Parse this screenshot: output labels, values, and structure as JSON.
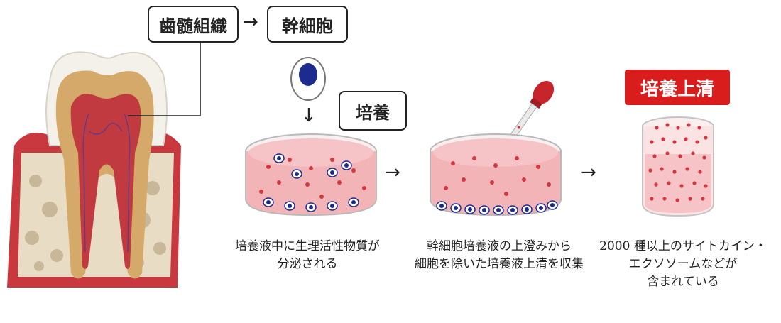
{
  "labels": {
    "dental_pulp": "歯髄組織",
    "stem_cell": "幹細胞",
    "culture": "培養",
    "supernatant": "培養上清"
  },
  "arrows": {
    "a1": "→",
    "a2": "↓",
    "a3": "→",
    "a4": "→"
  },
  "captions": {
    "step1": [
      "培養液中に生理活性物質が",
      "分泌される"
    ],
    "step2": [
      "幹細胞培養液の上澄みから",
      "細胞を除いた培養液上清を収集"
    ],
    "step3": [
      "2000 種以上のサイトカイン・",
      "エクソソームなどが",
      "含まれている"
    ]
  },
  "colors": {
    "accent_red": "#d91c1c",
    "cell_blue": "#1d2b8f",
    "medium_pink": "#f4a9ad"
  }
}
